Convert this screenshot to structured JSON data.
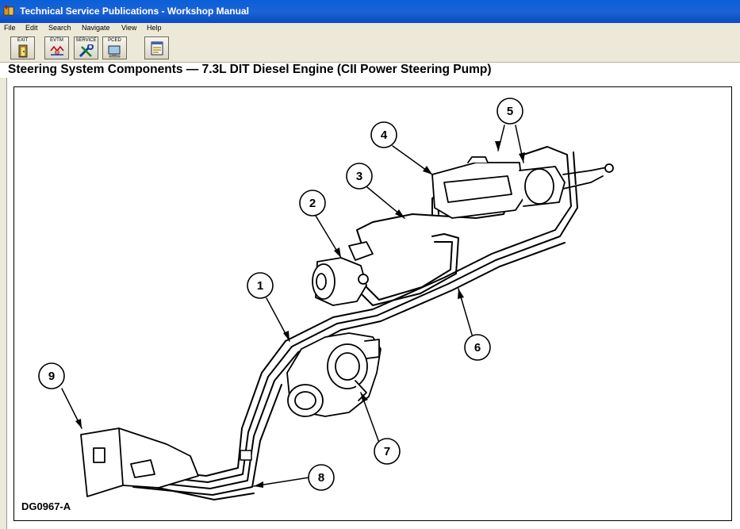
{
  "window": {
    "title": "Technical Service Publications - Workshop Manual"
  },
  "menu": [
    "File",
    "Edit",
    "Search",
    "Navigate",
    "View",
    "Help"
  ],
  "toolbar": {
    "buttons": [
      {
        "label": "EXIT"
      },
      {
        "label": "EVTM"
      },
      {
        "label": "SERVICE"
      },
      {
        "label": "PCED"
      },
      {
        "label": ""
      }
    ]
  },
  "page": {
    "title": "Steering System Components — 7.3L DIT Diesel Engine (CII Power Steering Pump)"
  },
  "diagram": {
    "code": "DG0967-A",
    "callouts": [
      "1",
      "2",
      "3",
      "4",
      "5",
      "6",
      "7",
      "8",
      "9"
    ]
  }
}
